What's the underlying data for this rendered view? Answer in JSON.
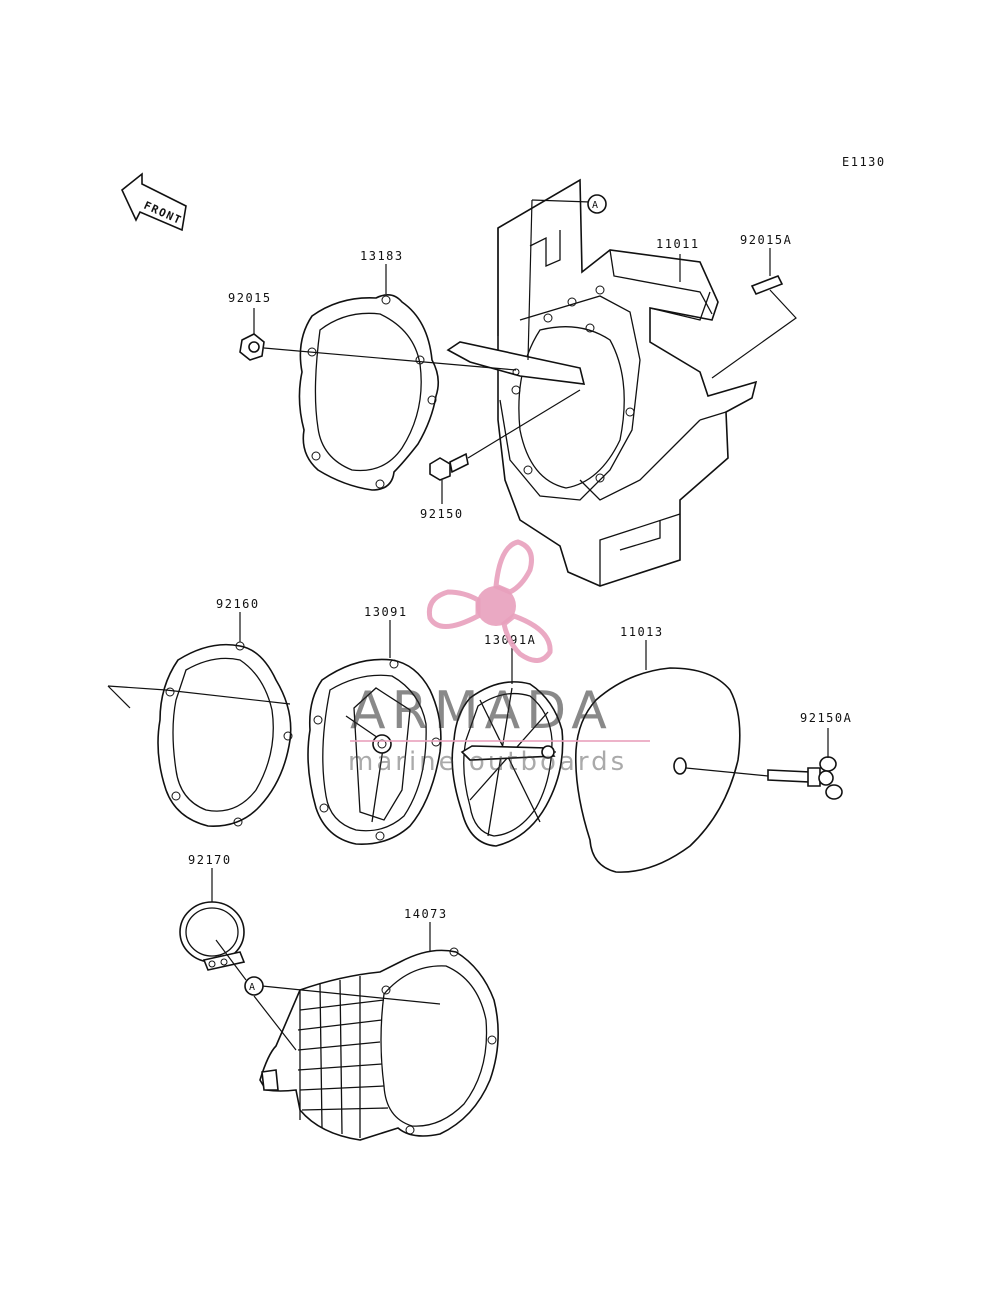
{
  "diagram_code": "E1130",
  "front_label": "FRONT",
  "callout_a": "A",
  "watermark": {
    "brand": "ARMADA",
    "tagline": "marine outboards",
    "accent_color": "#e8a0bc"
  },
  "parts": {
    "p13183": "13183",
    "p92015": "92015",
    "p92150": "92150",
    "p11011": "11011",
    "p92015A": "92015A",
    "p92160": "92160",
    "p13091": "13091",
    "p13091A": "13091A",
    "p11013": "11013",
    "p92150A": "92150A",
    "p92170": "92170",
    "p14073": "14073"
  }
}
